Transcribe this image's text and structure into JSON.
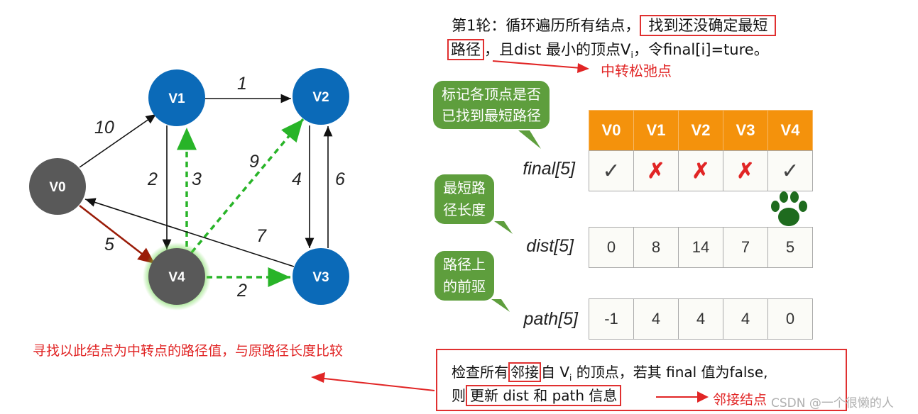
{
  "graph": {
    "nodes": [
      {
        "id": "v0",
        "label": "V0",
        "color": "#595959"
      },
      {
        "id": "v1",
        "label": "V1",
        "color": "#0b6ab8"
      },
      {
        "id": "v2",
        "label": "V2",
        "color": "#0b6ab8"
      },
      {
        "id": "v3",
        "label": "V3",
        "color": "#0b6ab8"
      },
      {
        "id": "v4",
        "label": "V4",
        "color": "#595959"
      }
    ],
    "edges": [
      {
        "from": "V0",
        "to": "V1",
        "weight": "10",
        "style": "solid"
      },
      {
        "from": "V1",
        "to": "V2",
        "weight": "1",
        "style": "solid"
      },
      {
        "from": "V1",
        "to": "V4",
        "weight": "2",
        "style": "solid"
      },
      {
        "from": "V4",
        "to": "V1",
        "weight": "3",
        "style": "dashed-green"
      },
      {
        "from": "V4",
        "to": "V2",
        "weight": "9",
        "style": "dashed-green"
      },
      {
        "from": "V2",
        "to": "V3",
        "weight": "4",
        "style": "solid"
      },
      {
        "from": "V3",
        "to": "V2",
        "weight": "6",
        "style": "solid"
      },
      {
        "from": "V3",
        "to": "V0",
        "weight": "7",
        "style": "solid"
      },
      {
        "from": "V0",
        "to": "V4",
        "weight": "5",
        "style": "dark-red"
      },
      {
        "from": "V4",
        "to": "V3",
        "weight": "2",
        "style": "dashed-green"
      }
    ]
  },
  "header": {
    "line1_prefix": "第1轮：循环遍历所有结点，",
    "line1_boxed": "找到还没确定最短",
    "line2_boxed": "路径",
    "line2_rest": "，且dist 最小的顶点V",
    "line2_sub": "i",
    "line2_tail": "，令final[i]=ture。",
    "relay_label": "中转松弛点"
  },
  "bubbles": {
    "final_note": [
      "标记各顶点是否",
      "已找到最短路径"
    ],
    "dist_note": [
      "最短路",
      "径长度"
    ],
    "path_note": [
      "路径上",
      "的前驱"
    ]
  },
  "table": {
    "headers": [
      "V0",
      "V1",
      "V2",
      "V3",
      "V4"
    ],
    "rows": {
      "final": {
        "label": "final[5]",
        "values": [
          "✓",
          "✗",
          "✗",
          "✗",
          "✓"
        ]
      },
      "dist": {
        "label": "dist[5]",
        "values": [
          "0",
          "8",
          "14",
          "7",
          "5"
        ]
      },
      "path": {
        "label": "path[5]",
        "values": [
          "-1",
          "4",
          "4",
          "4",
          "0"
        ]
      }
    }
  },
  "notes": {
    "left_red": "寻找以此结点为中转点的路径值，与原路径长度比较",
    "bottom_line1_prefix": "检查所有",
    "bottom_line1_boxed": "邻接",
    "bottom_line1_rest": "自 V",
    "bottom_line1_sub": "i",
    "bottom_line1_tail": " 的顶点，若其 final 值为false,",
    "bottom_line2_prefix": "则",
    "bottom_line2_boxed": "更新 dist 和 path 信息",
    "adjacent_label": "邻接结点"
  },
  "watermark": "CSDN @一个很懒的人",
  "colors": {
    "accent_red": "#e12525",
    "bubble_green": "#5e9e3d",
    "header_orange": "#f4920c",
    "node_blue": "#0b6ab8",
    "node_gray": "#595959",
    "dashed_green": "#28b428",
    "paw_green": "#1e6b1e"
  }
}
